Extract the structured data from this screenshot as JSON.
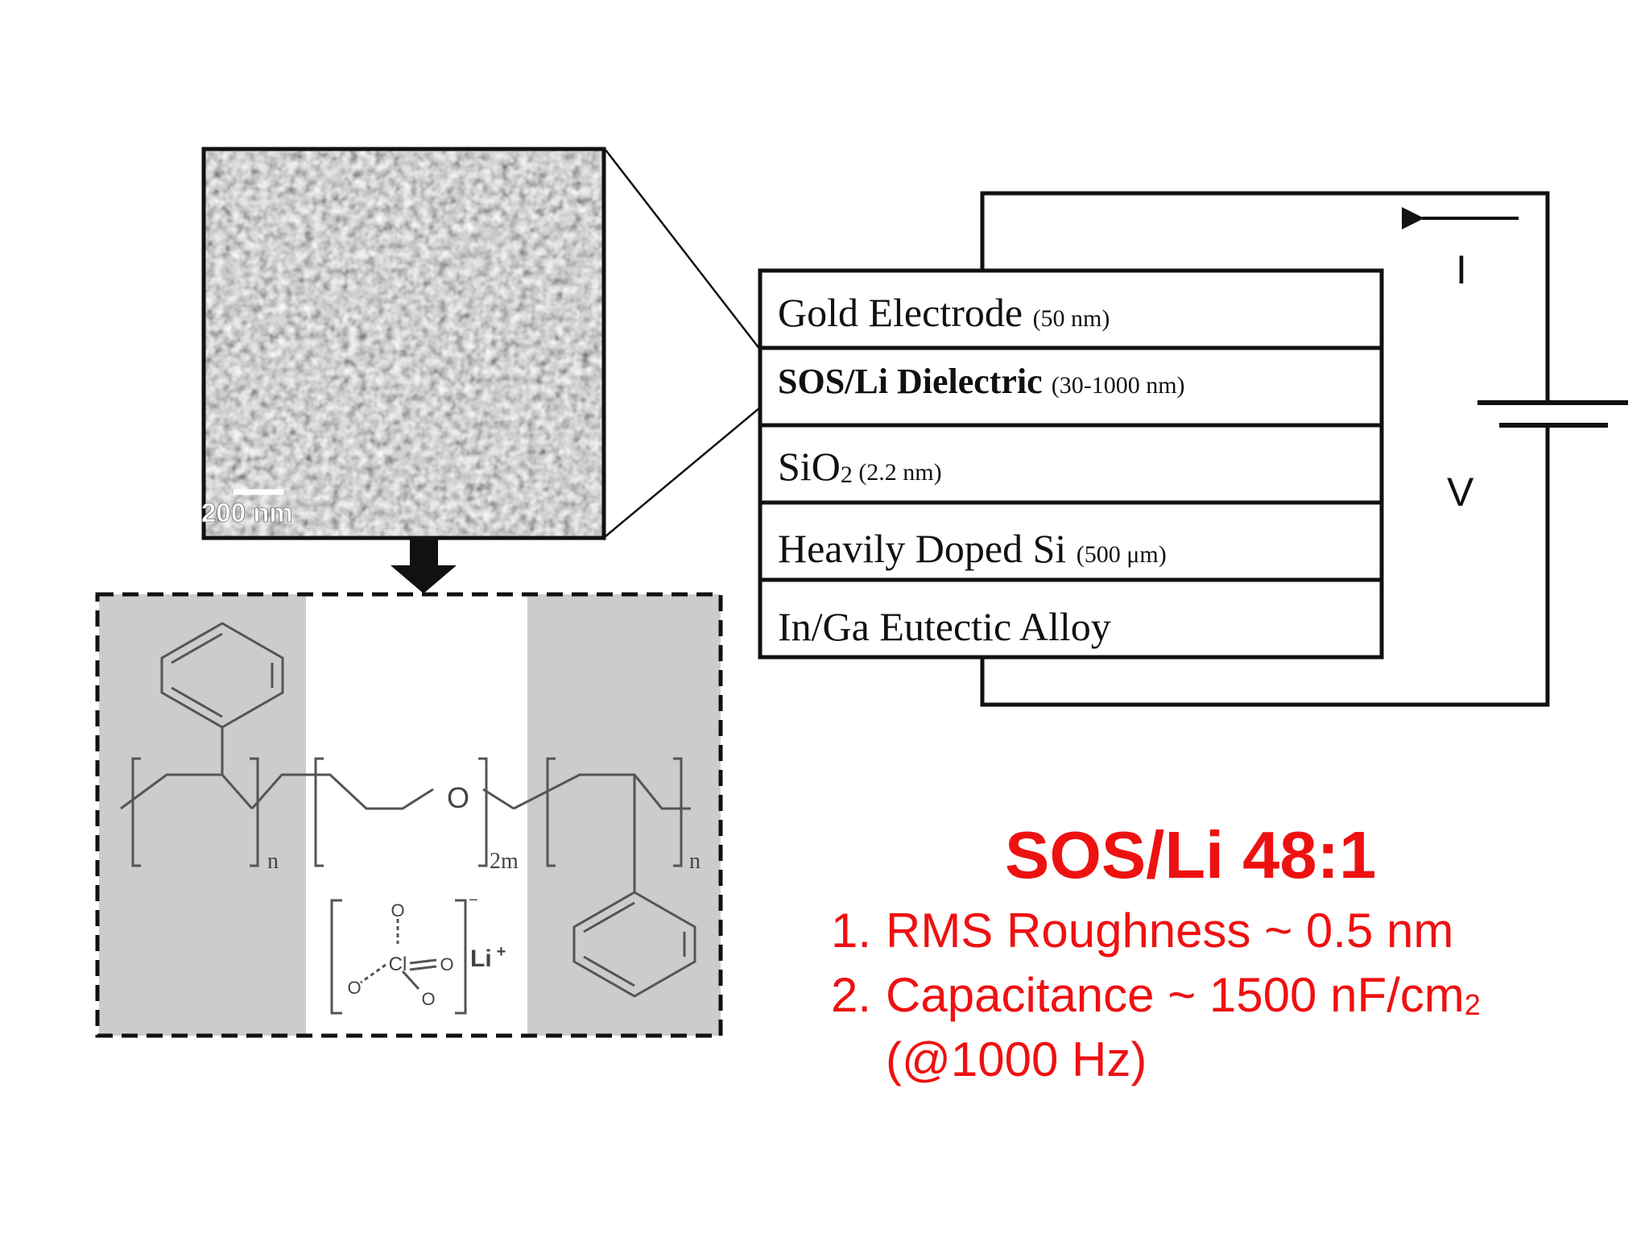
{
  "afm_image": {
    "scale_bar_label": "200 nm"
  },
  "device_stack": {
    "layers": [
      {
        "name": "Gold Electrode",
        "thickness": "(50 nm)",
        "bold": false
      },
      {
        "name": "SOS/Li Dielectric",
        "thickness": "(30-1000 nm)",
        "bold": true
      },
      {
        "name": "SiO",
        "subscript": "2",
        "thickness": "(2.2 nm)",
        "bold": false
      },
      {
        "name": "Heavily Doped Si",
        "thickness": "(500 μm)",
        "bold": false
      },
      {
        "name": "In/Ga Eutectic Alloy",
        "thickness": "",
        "bold": false
      }
    ]
  },
  "circuit": {
    "current_label": "I",
    "voltage_label": "V"
  },
  "chemical_structure": {
    "repeat_left": "n",
    "repeat_middle": "2m",
    "repeat_right": "n",
    "oxygen": "O",
    "chlorine": "Cl",
    "counter_ion": "Li",
    "counter_ion_charge": "+",
    "anion_charge": "−"
  },
  "summary": {
    "title": "SOS/Li 48:1",
    "items": [
      {
        "number": "1.",
        "text": "RMS Roughness ~ 0.5 nm"
      },
      {
        "number": "2.",
        "text": "Capacitance ~ 1500 nF/cm",
        "superscript": "2"
      }
    ],
    "continuation": "(@1000 Hz)"
  },
  "colors": {
    "accent": "#ee1111",
    "panel_gray": "#cccccc",
    "line": "#111111"
  }
}
